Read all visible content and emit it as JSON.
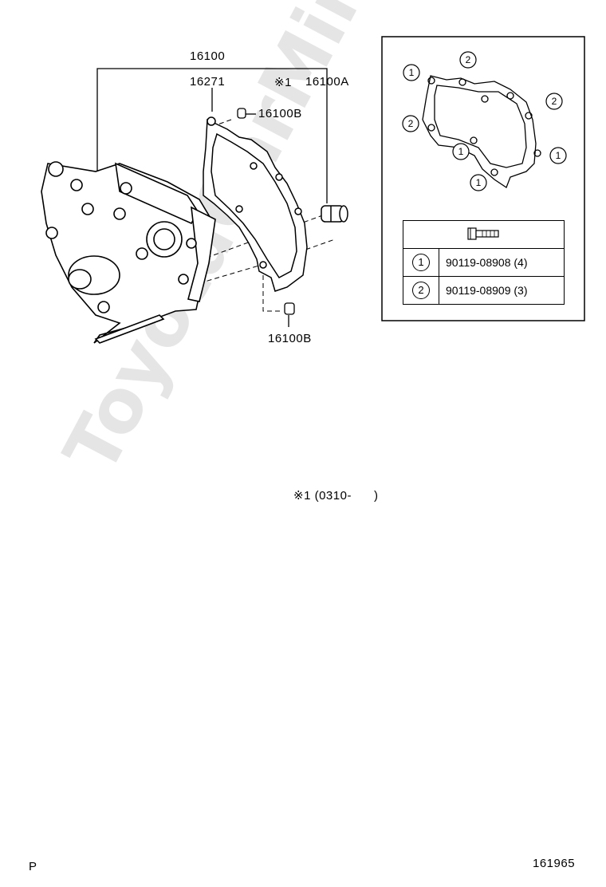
{
  "labels": {
    "assy": "16100",
    "gasket": "16271",
    "note_mark": "※1",
    "note_part": "16100A",
    "plug_top": "16100B",
    "plug_bottom": "16100B",
    "note_line": "※1 (0310-      )",
    "page_letter": "P",
    "figure_no": "161965"
  },
  "inset": {
    "bolt_callouts": [
      "1",
      "2",
      "2",
      "2",
      "1",
      "1",
      "1"
    ]
  },
  "parts_table": {
    "rows": [
      {
        "ref": "1",
        "part": "90119-08908 (4)"
      },
      {
        "ref": "2",
        "part": "90119-08909 (3)"
      }
    ]
  },
  "watermark": "ToyotaCarMine.ru"
}
